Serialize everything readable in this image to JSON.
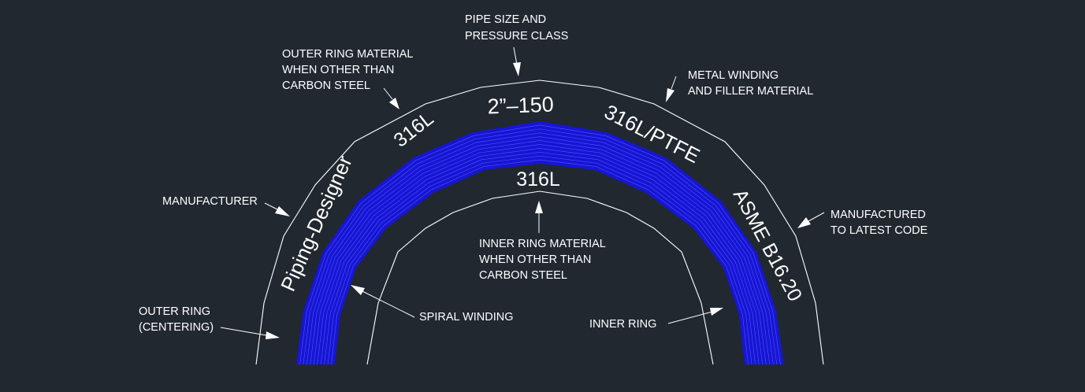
{
  "gasket_marks": {
    "outer_ring_material": "316L",
    "size_class": "2”–150",
    "winding_filler": "316L/PTFE",
    "manufacturer": "Piping-Designer",
    "code": "ASME B16.20",
    "inner_ring_material": "316L"
  },
  "callouts": {
    "pipe_size": [
      "PIPE SIZE AND",
      "PRESSURE CLASS"
    ],
    "outer_ring_material": [
      "OUTER RING MATERIAL",
      "WHEN OTHER THAN",
      "CARBON STEEL"
    ],
    "metal_winding": [
      "METAL WINDING",
      "AND FILLER MATERIAL"
    ],
    "manufacturer": [
      "MANUFACTURER"
    ],
    "latest_code": [
      "MANUFACTURED",
      "TO LATEST CODE"
    ],
    "inner_ring_material": [
      "INNER RING MATERIAL",
      "WHEN OTHER THAN",
      "CARBON STEEL"
    ],
    "outer_ring": [
      "OUTER RING",
      "(CENTERING)"
    ],
    "spiral_winding": [
      "SPIRAL WINDING"
    ],
    "inner_ring": [
      "INNER RING"
    ]
  },
  "colors": {
    "background": "#212830",
    "winding": "#1616d2",
    "winding_lines": "#4a4aff",
    "line": "#ffffff"
  }
}
